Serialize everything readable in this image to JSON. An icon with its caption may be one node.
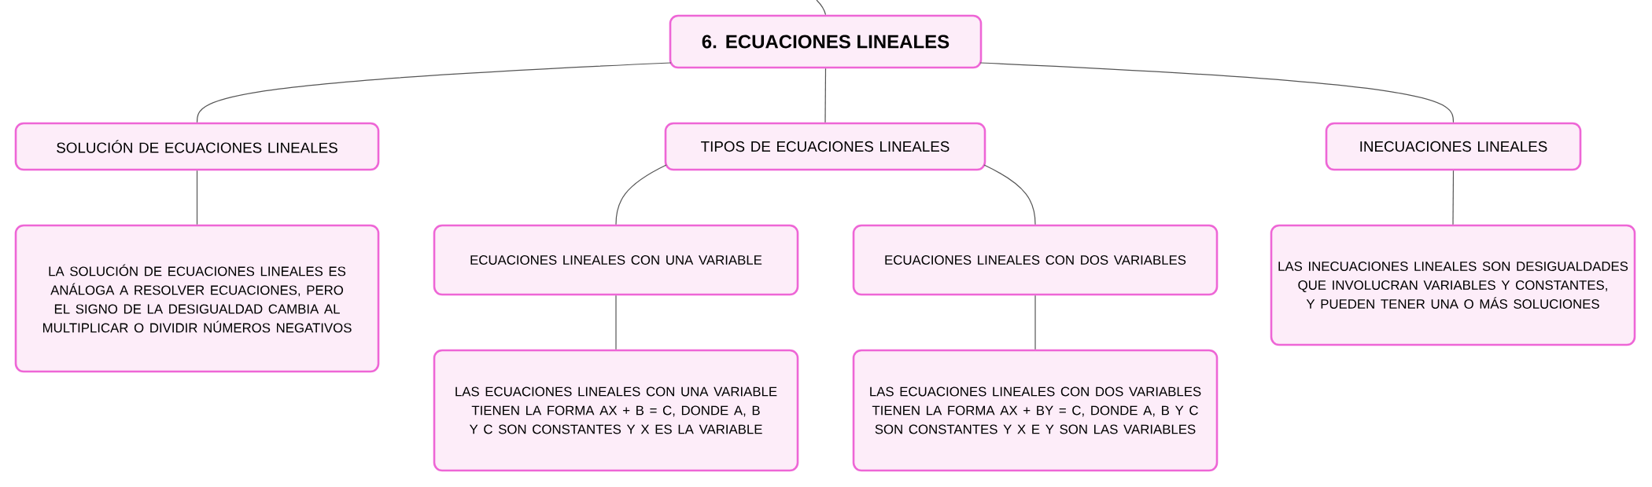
{
  "diagram": {
    "nodes": [
      {
        "text": [
          "6. ECUACIONES LINEALES"
        ]
      },
      {
        "text": [
          "SOLUCIÓN DE ECUACIONES LINEALES"
        ]
      },
      {
        "text": [
          "TIPOS DE ECUACIONES LINEALES"
        ]
      },
      {
        "text": [
          "INECUACIONES LINEALES"
        ]
      },
      {
        "text": [
          "LA SOLUCIÓN DE ECUACIONES LINEALES ES ANÁLOGA A RESOLVER ECUACIONES, PERO EL SIGNO DE LA DESIGUALDAD CAMBIA AL MULTIPLICAR O DIVIDIR NÚMEROS NEGATIVOS"
        ]
      },
      {
        "text": [
          "ECUACIONES LINEALES CON UNA VARIABLE"
        ]
      },
      {
        "text": [
          "ECUACIONES LINEALES CON DOS VARIABLES"
        ]
      },
      {
        "text": [
          "LAS INECUACIONES LINEALES SON DESIGUALDADES QUE INVOLUCRAN VARIABLES Y CONSTANTES, Y PUEDEN TENER UNA O MÁS SOLUCIONES"
        ]
      },
      {
        "text": [
          "LAS ECUACIONES LINEALES CON UNA VARIABLE TIENEN LA FORMA AX + B = C, DONDE A, B Y C SON CONSTANTES Y X ES LA VARIABLE"
        ]
      },
      {
        "text": [
          "LAS ECUACIONES LINEALES CON DOS VARIABLES TIENEN LA FORMA AX + BY = C, DONDE A, B Y C SON CONSTANTES Y X E Y SON LAS VARIABLES"
        ]
      }
    ],
    "edges": [
      {
        "from": null,
        "to": 0,
        "arrow": "none"
      },
      {
        "from": 0,
        "to": 1,
        "arrow": "none"
      },
      {
        "from": 0,
        "to": 2,
        "arrow": "none"
      },
      {
        "from": 0,
        "to": 3,
        "arrow": "none"
      },
      {
        "from": 1,
        "to": 4,
        "arrow": "none"
      },
      {
        "from": 2,
        "to": 5,
        "arrow": "none"
      },
      {
        "from": 2,
        "to": 6,
        "arrow": "none"
      },
      {
        "from": 3,
        "to": 7,
        "arrow": "none"
      },
      {
        "from": 5,
        "to": 8,
        "arrow": "none"
      },
      {
        "from": 6,
        "to": 9,
        "arrow": "none"
      }
    ]
  }
}
